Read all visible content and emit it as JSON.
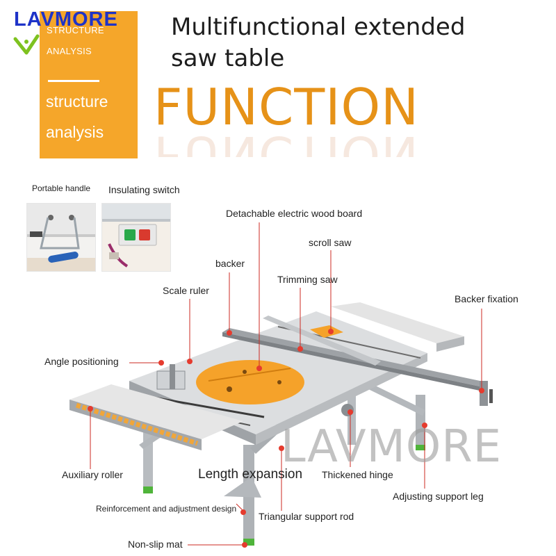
{
  "brand": {
    "name": "LAVMORE",
    "accent": "#1e33c8",
    "check_color": "#7ec21f"
  },
  "side_card": {
    "color": "#f5a62a",
    "small_lines": [
      "STRUCTURE",
      "ANALYSIS"
    ],
    "big_lines": [
      "structure",
      "analysis"
    ]
  },
  "headline": {
    "line1": "Multifunctional extended",
    "line2": "saw table"
  },
  "section_title": "FUNCTION",
  "section_color": "#e69218",
  "marker_color": "#e53b2e",
  "thumbnails": [
    {
      "label": "Portable handle"
    },
    {
      "label": "Insulating switch"
    }
  ],
  "callouts": {
    "detachable_board": "Detachable electric wood board",
    "scroll_saw": "scroll saw",
    "backer": "backer",
    "trimming_saw": "Trimming saw",
    "scale_ruler": "Scale ruler",
    "backer_fixation": "Backer fixation",
    "angle_positioning": "Angle positioning",
    "auxiliary_roller": "Auxiliary roller",
    "length_expansion": "Length expansion",
    "thickened_hinge": "Thickened hinge",
    "adjusting_support_leg": "Adjusting support leg",
    "reinforcement": "Reinforcement and adjustment design",
    "triangular_rod": "Triangular support rod",
    "non_slip_mat": "Non-slip mat"
  },
  "watermark": "LAVMORE"
}
